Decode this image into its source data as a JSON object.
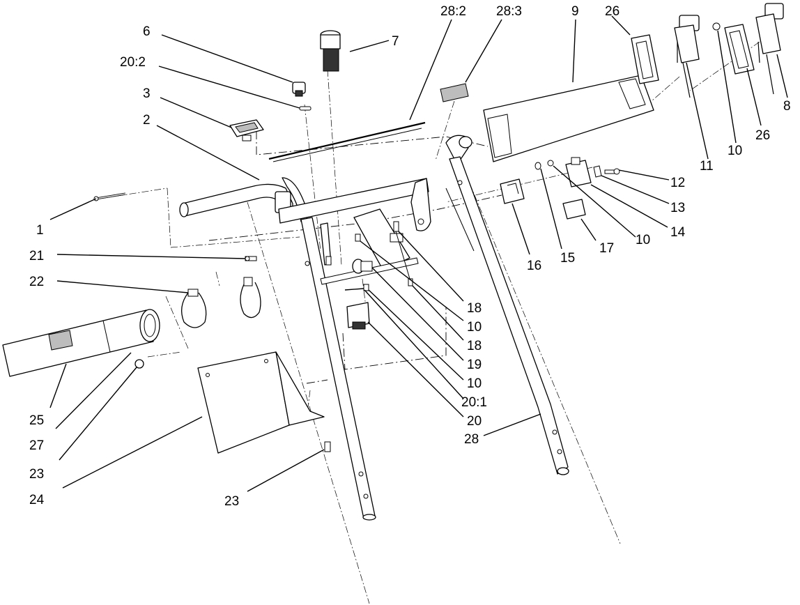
{
  "callouts": [
    {
      "label": "6"
    },
    {
      "label": "20:2"
    },
    {
      "label": "3"
    },
    {
      "label": "2"
    },
    {
      "label": "1"
    },
    {
      "label": "21"
    },
    {
      "label": "22"
    },
    {
      "label": "25"
    },
    {
      "label": "27"
    },
    {
      "label": "23"
    },
    {
      "label": "24"
    },
    {
      "label": "23"
    },
    {
      "label": "7"
    },
    {
      "label": "28:2"
    },
    {
      "label": "28:3"
    },
    {
      "label": "9"
    },
    {
      "label": "26"
    },
    {
      "label": "11"
    },
    {
      "label": "10"
    },
    {
      "label": "26"
    },
    {
      "label": "8"
    },
    {
      "label": "12"
    },
    {
      "label": "13"
    },
    {
      "label": "14"
    },
    {
      "label": "10"
    },
    {
      "label": "17"
    },
    {
      "label": "15"
    },
    {
      "label": "16"
    },
    {
      "label": "18"
    },
    {
      "label": "10"
    },
    {
      "label": "18"
    },
    {
      "label": "19"
    },
    {
      "label": "10"
    },
    {
      "label": "20:1"
    },
    {
      "label": "20"
    },
    {
      "label": "28"
    }
  ]
}
